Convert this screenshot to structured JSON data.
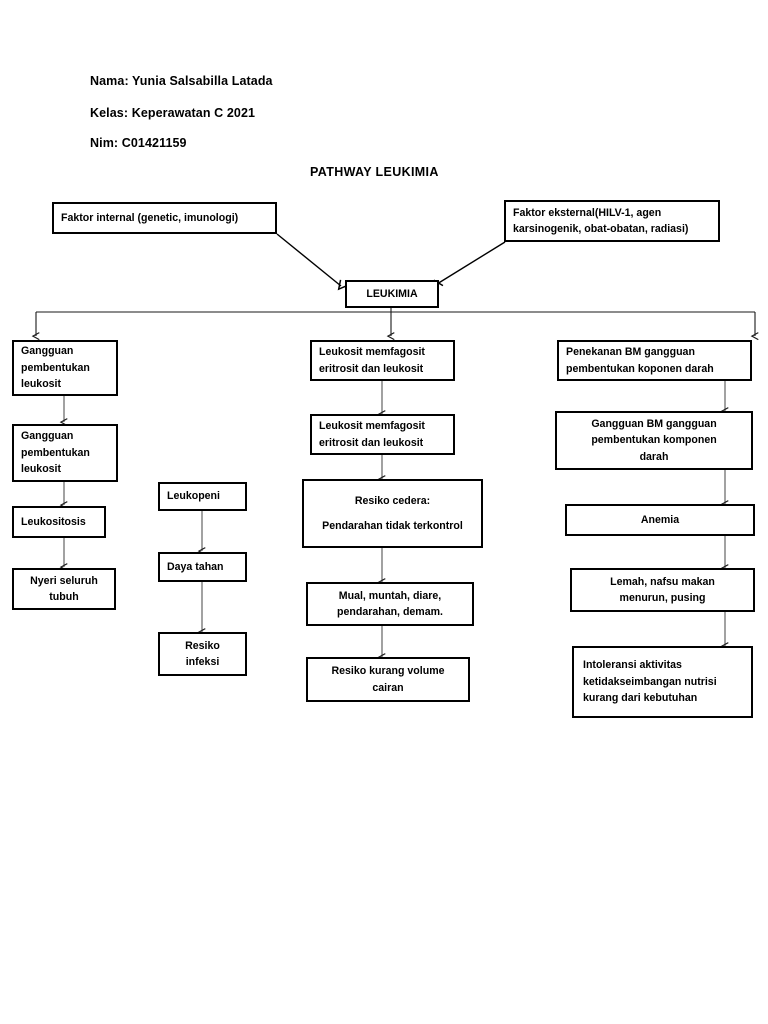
{
  "header": {
    "name_line": "Nama: Yunia Salsabilla Latada",
    "class_line": "Kelas: Keperawatan C 2021",
    "id_line": "Nim: C01421159"
  },
  "diagram": {
    "title": "PATHWAY LEUKIMIA",
    "root": "LEUKIMIA",
    "causes": {
      "internal": "Faktor internal (genetic, imunologi)",
      "external_line1": "Faktor eksternal(HILV-1, agen",
      "external_line2": "karsinogenik, obat-obatan, radiasi)"
    },
    "branch_left": {
      "n1_line1": "Gangguan",
      "n1_line2": "pembentukan",
      "n1_line3": "leukosit",
      "n2_line1": "Gangguan",
      "n2_line2": "pembentukan",
      "n2_line3": "leukosit",
      "n3": "Leukositosis",
      "n4_line1": "Nyeri seluruh",
      "n4_line2": "tubuh"
    },
    "branch_leukopeni": {
      "n1": "Leukopeni",
      "n2": "Daya tahan",
      "n3_line1": "Resiko",
      "n3_line2": "infeksi"
    },
    "branch_middle": {
      "n1_line1": "Leukosit memfagosit",
      "n1_line2": "eritrosit dan leukosit",
      "n2_line1": "Leukosit memfagosit",
      "n2_line2": "eritrosit dan leukosit",
      "n3_line1": "Resiko cedera:",
      "n3_line2": "Pendarahan tidak terkontrol",
      "n4_line1": "Mual, muntah, diare,",
      "n4_line2": "pendarahan, demam.",
      "n5_line1": "Resiko kurang volume",
      "n5_line2": "cairan"
    },
    "branch_right": {
      "n1_line1": "Penekanan BM gangguan",
      "n1_line2": "pembentukan koponen darah",
      "n2_line1": "Gangguan BM gangguan",
      "n2_line2": "pembentukan komponen",
      "n2_line3": "darah",
      "n3": "Anemia",
      "n4_line1": "Lemah, nafsu makan",
      "n4_line2": "menurun, pusing",
      "n5_line1": "Intoleransi aktivitas",
      "n5_line2": "ketidakseimbangan nutrisi",
      "n5_line3": "kurang dari kebutuhan"
    },
    "colors": {
      "stroke": "#000000",
      "thin_stroke": "#3a3a3a",
      "background": "#ffffff"
    }
  }
}
